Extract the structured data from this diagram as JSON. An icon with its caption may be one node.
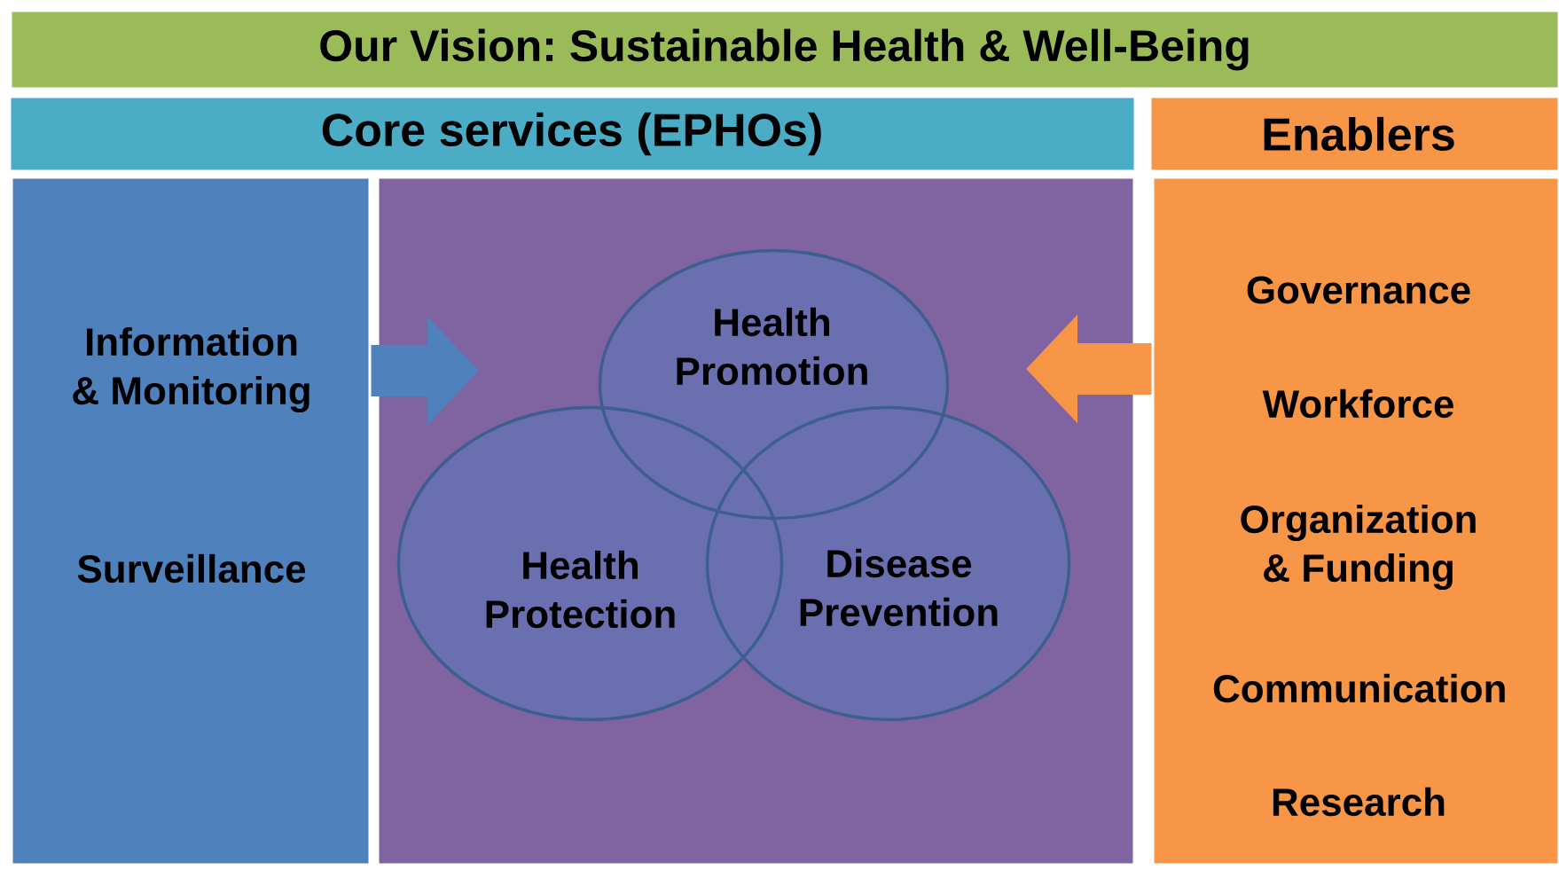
{
  "diagram": {
    "nodes": [
      {
        "text": [
          "Our Vision: Sustainable Health & Well-Being"
        ]
      },
      {
        "text": [
          "Core services (EPHOs)"
        ]
      },
      {
        "text": [
          "Enablers"
        ]
      },
      {
        "text": [
          "Information & Monitoring",
          "Surveillance"
        ]
      },
      {
        "text": [],
        "shape": "box"
      },
      {
        "text": [
          "Health Promotion"
        ],
        "in": 4
      },
      {
        "text": [
          "Health Protection"
        ],
        "in": 4
      },
      {
        "text": [
          "Disease Prevention"
        ],
        "in": 4
      },
      {
        "text": [
          "Governance",
          "Workforce",
          "Organization & Funding",
          "Communication",
          "Research"
        ]
      }
    ],
    "edges": [
      {
        "from": 3,
        "to": null,
        "arrow": "to",
        "color": "#4f81bd"
      },
      {
        "from": 8,
        "to": null,
        "arrow": "to",
        "color": "#f79646"
      }
    ]
  }
}
